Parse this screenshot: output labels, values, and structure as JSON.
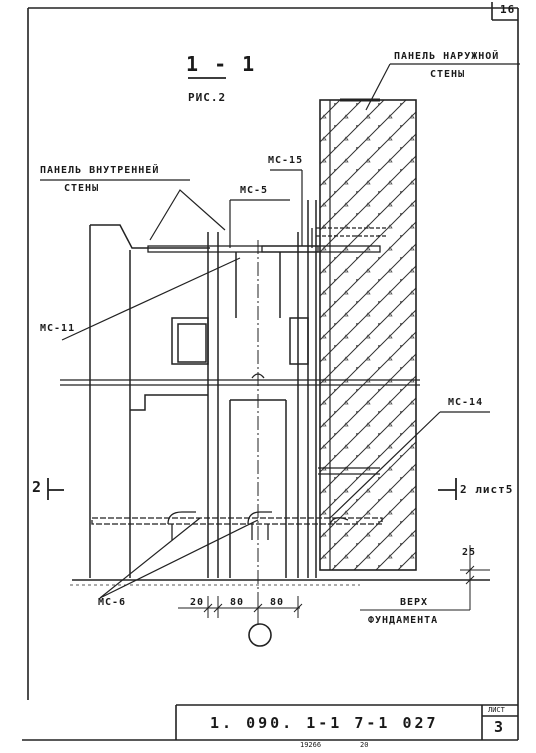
{
  "drawing": {
    "section_title": "1 - 1",
    "figure_label": "РИС.2",
    "page_corner_number": "16",
    "outer_panel_line1": "ПАНЕЛЬ НАРУЖНОЙ",
    "outer_panel_line2": "СТЕНЫ",
    "inner_panel_line1": "ПАНЕЛЬ ВНУТРЕННЕЙ",
    "inner_panel_line2": "СТЕНЫ",
    "part_ms15": "МС-15",
    "part_ms5": "МС-5",
    "part_ms11": "МС-11",
    "part_ms14": "МС-14",
    "part_ms6": "МС-6",
    "section_left": "2",
    "section_right": "2 лист5",
    "dim_20": "20",
    "dim_80a": "80",
    "dim_80b": "80",
    "dim_25": "25",
    "foundation_line1": "ВЕРХ",
    "foundation_line2": "ФУНДАМЕНТА"
  },
  "title_block": {
    "doc_code": "1. 090. 1-1  7-1  027",
    "sheet_label": "ЛИСТ",
    "sheet_number": "3",
    "footer_a": "19266",
    "footer_b": "20"
  }
}
